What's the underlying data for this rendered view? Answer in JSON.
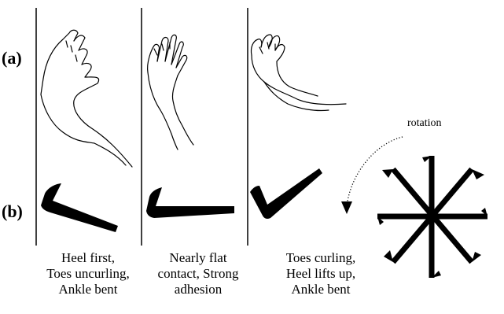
{
  "row_labels": {
    "a": "(a)",
    "b": "(b)"
  },
  "captions": [
    {
      "lines": [
        "Heel first,",
        "Toes uncurling,",
        "Ankle bent"
      ]
    },
    {
      "lines": [
        "Nearly flat",
        "contact, Strong",
        "adhesion"
      ]
    },
    {
      "lines": [
        "Toes curling,",
        "Heel lifts up,",
        "Ankle bent"
      ]
    }
  ],
  "rotation_label": "rotation",
  "icons": [
    "foot-sketch-icon",
    "wheel-leg-segment-icon",
    "whegs-wheel-icon",
    "rotation-arrow-icon"
  ]
}
